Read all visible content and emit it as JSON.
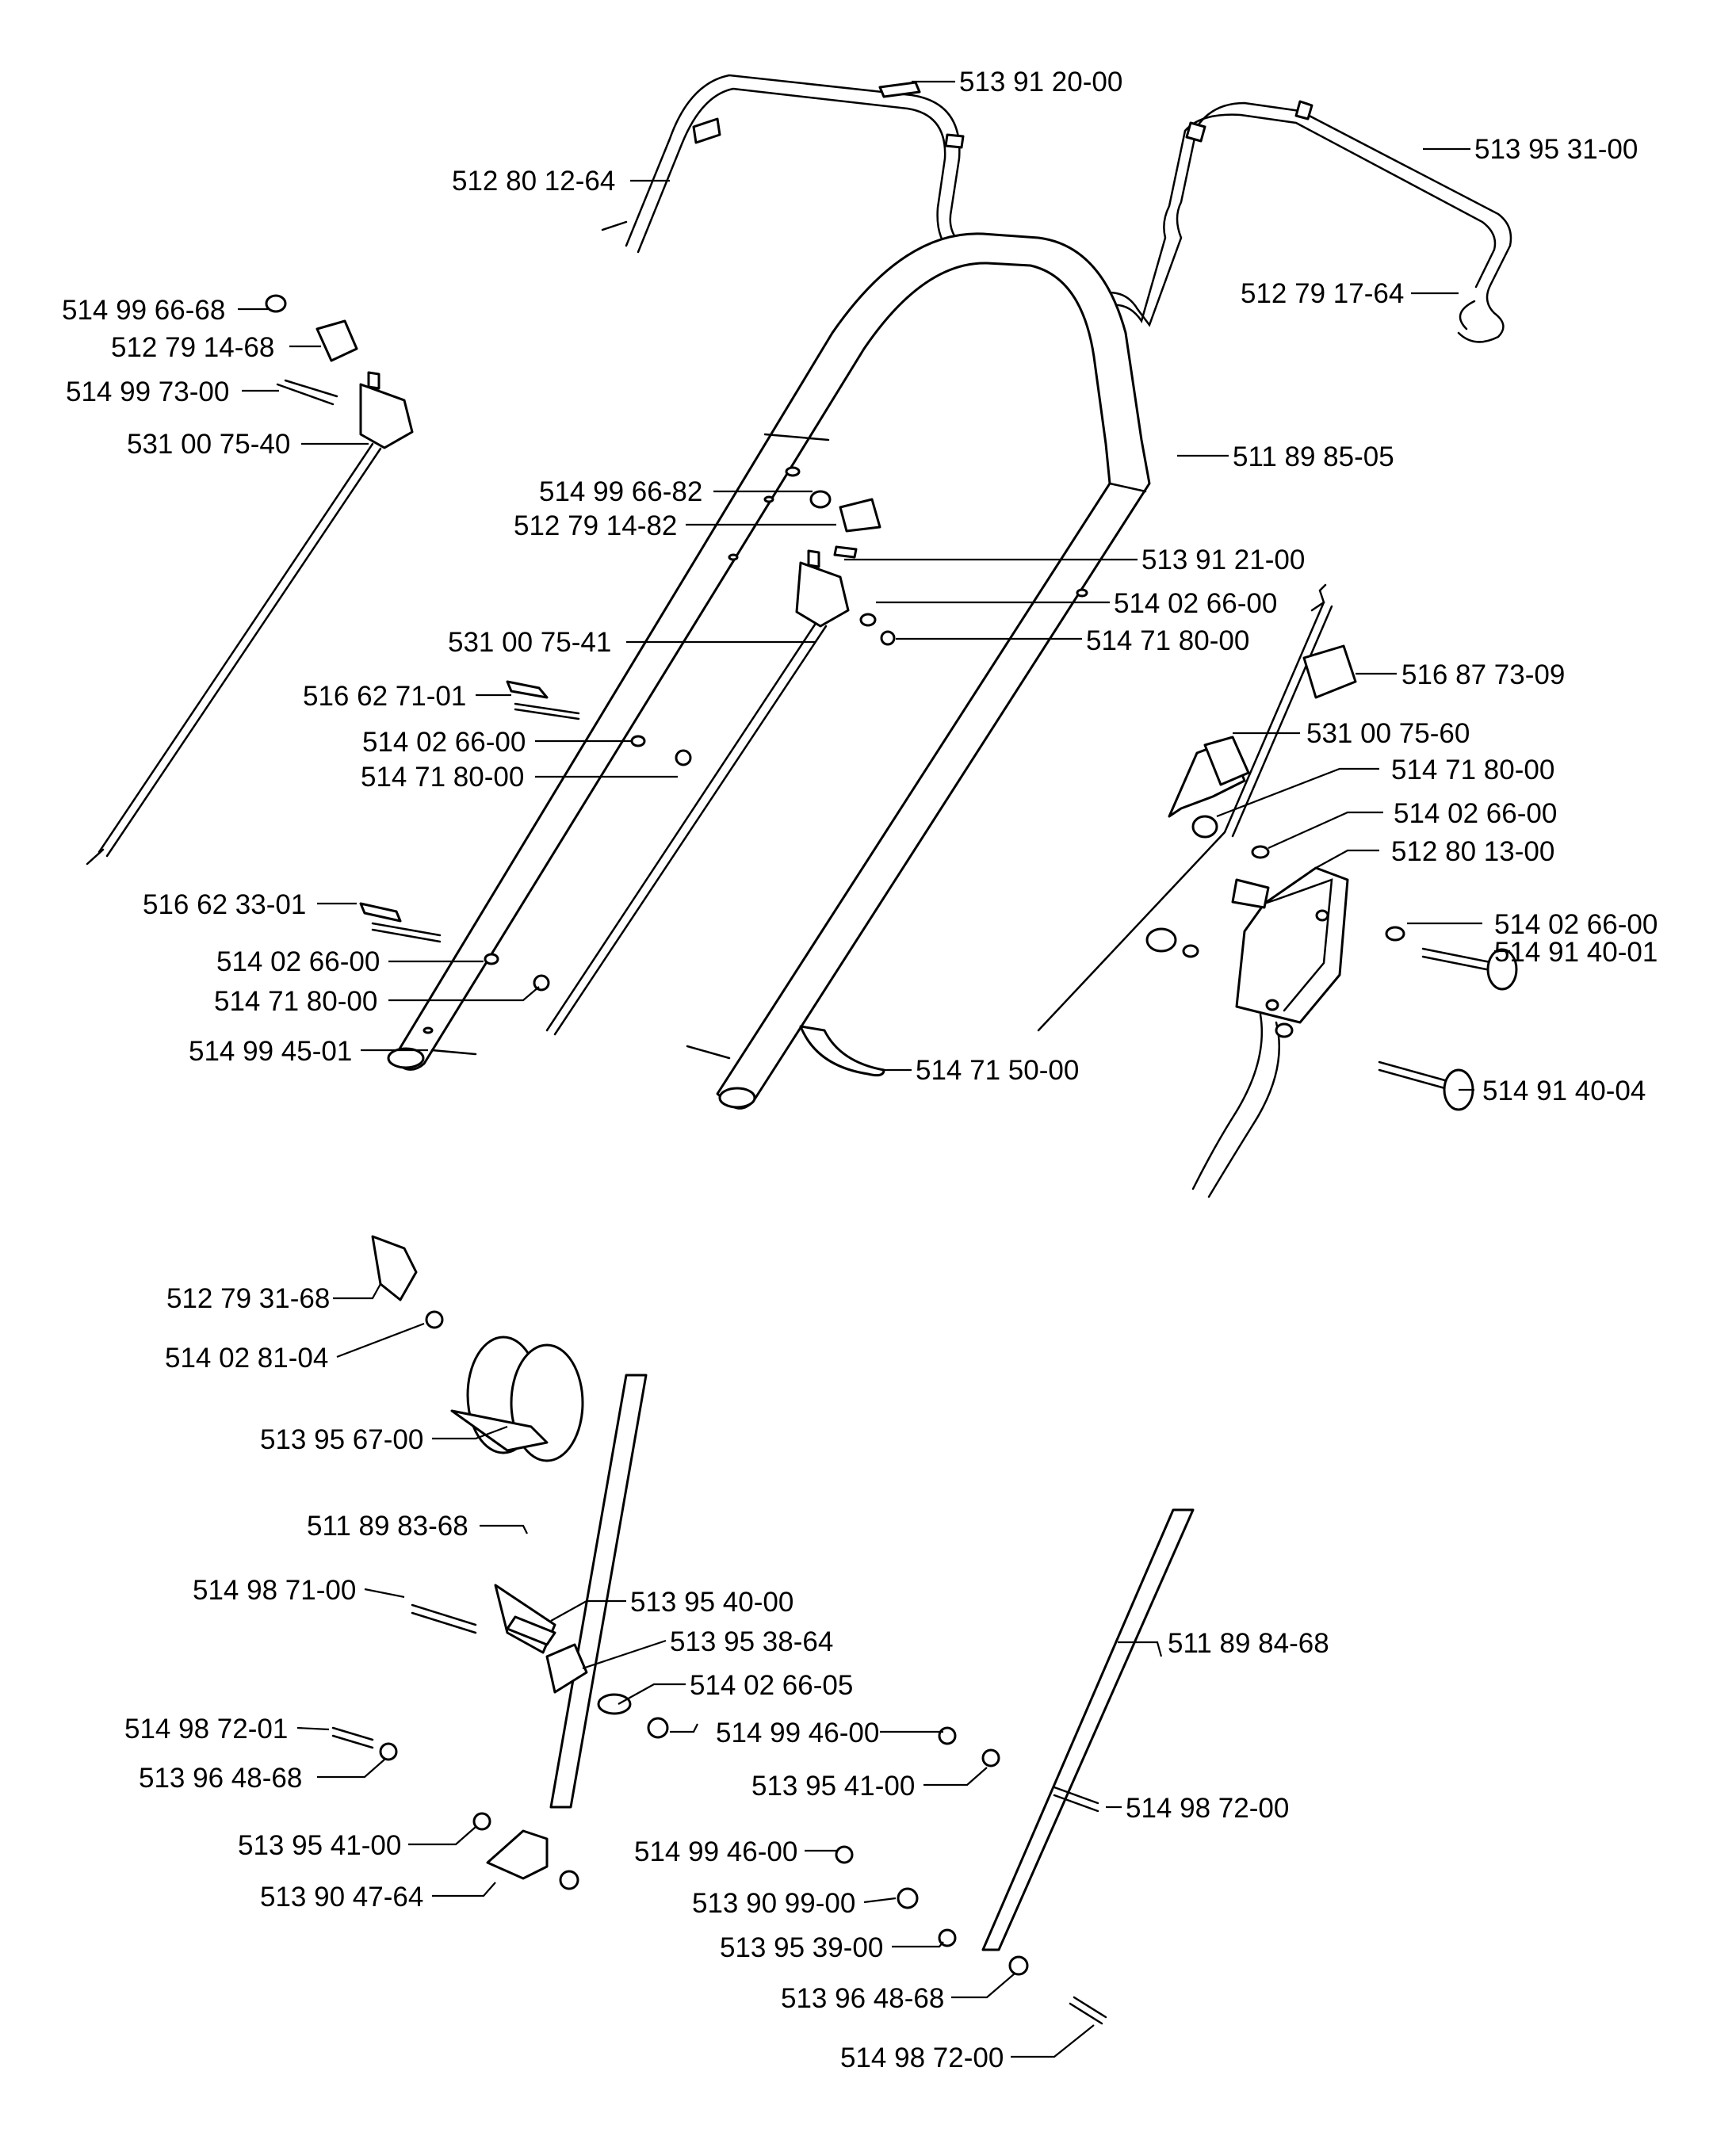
{
  "labels": [
    "513 91 20-00",
    "512 80 12-64",
    "513 95 31-00",
    "512 79 17-64",
    "514 99 66-68",
    "512 79 14-68",
    "514 99 73-00",
    "531 00 75-40",
    "511 89 85-05",
    "514 99 66-82",
    "512 79 14-82",
    "513 91 21-00",
    "514 02 66-00",
    "514 71 80-00",
    "531 00 75-41",
    "516 87 73-09",
    "516 62 71-01",
    "531 00 75-60",
    "514 02 66-00",
    "514 71 80-00",
    "514 71 80-00",
    "514 02 66-00",
    "512 80 13-00",
    "516 62 33-01",
    "514 02 66-00",
    "514 91 40-01",
    "514 02 66-00",
    "514 71 80-00",
    "514 99 45-01",
    "514 71 50-00",
    "514 91 40-04",
    "512 79 31-68",
    "514 02 81-04",
    "513 95 67-00",
    "511 89 83-68",
    "514 98 71-00",
    "513 95 40-00",
    "511 89 84-68",
    "513 95 38-64",
    "514 02 66-05",
    "514 98 72-01",
    "514 99 46-00",
    "513 96 48-68",
    "513 95 41-00",
    "514 98 72-00",
    "513 95 41-00",
    "514 99 46-00",
    "513 90 47-64",
    "513 90 99-00",
    "513 95 39-00",
    "513 96 48-68",
    "514 98 72-00"
  ]
}
